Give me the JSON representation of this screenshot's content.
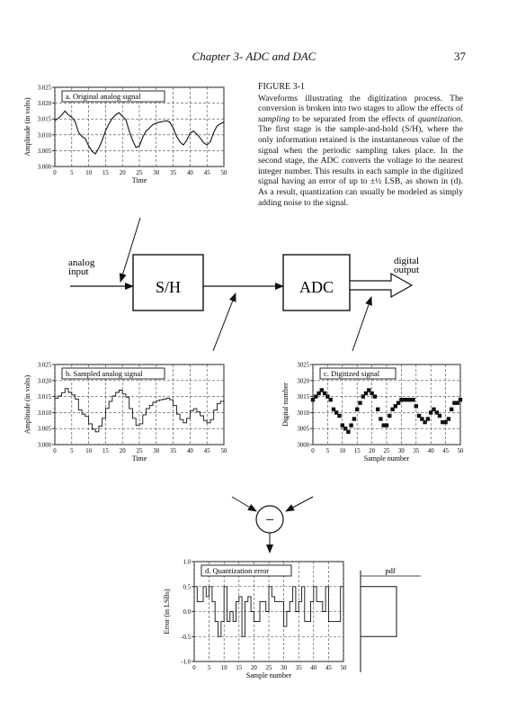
{
  "header": {
    "chapter_title": "Chapter 3- ADC and DAC",
    "page_number": "37"
  },
  "caption": {
    "title": "FIGURE 3-1",
    "pieces": [
      {
        "t": "Waveforms illustrating the digitization process. The conversion is broken into two stages to allow the effects of ",
        "i": false
      },
      {
        "t": "sampling",
        "i": true
      },
      {
        "t": " to be separated from the effects of ",
        "i": false
      },
      {
        "t": "quantization",
        "i": true
      },
      {
        "t": ". The first stage is the sample-and-hold (S/H), where the only information retained is the instantaneous value of the signal when the periodic sampling takes place. In the second stage, the ADC converts the voltage to the nearest integer number. This results in each sample in the digitized signal having an error of up to ±½ LSB, as shown in (d). As a result, quantization can usually be modeled as simply adding noise to the signal.",
        "i": false
      }
    ]
  },
  "block_diagram": {
    "input_label": [
      "analog",
      "input"
    ],
    "sh_label": "S/H",
    "adc_label": "ADC",
    "output_label": [
      "digital",
      "output"
    ],
    "subtract_symbol": "−"
  },
  "chart_data": [
    {
      "id": "a",
      "type": "line",
      "title": "a. Original analog signal",
      "xlabel": "Time",
      "ylabel": "Amplitude (in volts)",
      "xlim": [
        0,
        50
      ],
      "ylim": [
        3.0,
        3.025
      ],
      "xticks": [
        "0",
        "5",
        "10",
        "15",
        "20",
        "25",
        "30",
        "35",
        "40",
        "45",
        "50"
      ],
      "yticks": [
        "3.000",
        "3.005",
        "3.010",
        "3.015",
        "3.020",
        "3.025"
      ],
      "x": [
        0,
        1,
        2,
        3,
        4,
        5,
        6,
        7,
        8,
        9,
        10,
        11,
        12,
        13,
        14,
        15,
        16,
        17,
        18,
        19,
        20,
        21,
        22,
        23,
        24,
        25,
        26,
        27,
        28,
        29,
        30,
        31,
        32,
        33,
        34,
        35,
        36,
        37,
        38,
        39,
        40,
        41,
        42,
        43,
        44,
        45,
        46,
        47,
        48,
        49,
        50
      ],
      "y": [
        3.0145,
        3.0152,
        3.0162,
        3.0175,
        3.0163,
        3.0155,
        3.0142,
        3.0108,
        3.0095,
        3.0088,
        3.0065,
        3.0048,
        3.004,
        3.0058,
        3.0082,
        3.0113,
        3.0135,
        3.0152,
        3.0163,
        3.017,
        3.0158,
        3.0148,
        3.0112,
        3.0082,
        3.006,
        3.0065,
        3.0093,
        3.0112,
        3.0122,
        3.0132,
        3.0137,
        3.014,
        3.0142,
        3.0145,
        3.014,
        3.0122,
        3.0095,
        3.0078,
        3.0068,
        3.0082,
        3.0105,
        3.0112,
        3.0102,
        3.009,
        3.0075,
        3.0068,
        3.0078,
        3.0108,
        3.0128,
        3.0135,
        3.014
      ]
    },
    {
      "id": "b",
      "type": "line",
      "title": "b. Sampled analog signal",
      "xlabel": "Time",
      "ylabel": "Amplitude (in volts)",
      "xlim": [
        0,
        50
      ],
      "ylim": [
        3.0,
        3.025
      ],
      "xticks": [
        "0",
        "5",
        "10",
        "15",
        "20",
        "25",
        "30",
        "35",
        "40",
        "45",
        "50"
      ],
      "yticks": [
        "3.000",
        "3.005",
        "3.010",
        "3.015",
        "3.020",
        "3.025"
      ],
      "x": [
        0,
        1,
        2,
        3,
        4,
        5,
        6,
        7,
        8,
        9,
        10,
        11,
        12,
        13,
        14,
        15,
        16,
        17,
        18,
        19,
        20,
        21,
        22,
        23,
        24,
        25,
        26,
        27,
        28,
        29,
        30,
        31,
        32,
        33,
        34,
        35,
        36,
        37,
        38,
        39,
        40,
        41,
        42,
        43,
        44,
        45,
        46,
        47,
        48,
        49,
        50
      ],
      "y": [
        3.0145,
        3.0152,
        3.0162,
        3.0175,
        3.0163,
        3.0155,
        3.0142,
        3.0108,
        3.0095,
        3.0088,
        3.0065,
        3.0048,
        3.004,
        3.0058,
        3.0082,
        3.0113,
        3.0135,
        3.0152,
        3.0163,
        3.017,
        3.0158,
        3.0148,
        3.0112,
        3.0082,
        3.006,
        3.0065,
        3.0093,
        3.0112,
        3.0122,
        3.0132,
        3.0137,
        3.014,
        3.0142,
        3.0145,
        3.014,
        3.0122,
        3.0095,
        3.0078,
        3.0068,
        3.0082,
        3.0105,
        3.0112,
        3.0102,
        3.009,
        3.0075,
        3.0068,
        3.0078,
        3.0108,
        3.0128,
        3.0135,
        3.014
      ]
    },
    {
      "id": "c",
      "type": "scatter",
      "title": "c. Digitized signal",
      "xlabel": "Sample number",
      "ylabel": "Digital number",
      "xlim": [
        0,
        50
      ],
      "ylim": [
        3000,
        3025
      ],
      "xticks": [
        "0",
        "5",
        "10",
        "15",
        "20",
        "25",
        "30",
        "35",
        "40",
        "45",
        "50"
      ],
      "yticks": [
        "3000",
        "3005",
        "3010",
        "3015",
        "3020",
        "3025"
      ],
      "x": [
        0,
        1,
        2,
        3,
        4,
        5,
        6,
        7,
        8,
        9,
        10,
        11,
        12,
        13,
        14,
        15,
        16,
        17,
        18,
        19,
        20,
        21,
        22,
        23,
        24,
        25,
        26,
        27,
        28,
        29,
        30,
        31,
        32,
        33,
        34,
        35,
        36,
        37,
        38,
        39,
        40,
        41,
        42,
        43,
        44,
        45,
        46,
        47,
        48,
        49,
        50
      ],
      "y": [
        3014,
        3015,
        3016,
        3017,
        3016,
        3015,
        3014,
        3011,
        3010,
        3009,
        3006,
        3005,
        3004,
        3006,
        3008,
        3011,
        3013,
        3015,
        3016,
        3017,
        3016,
        3015,
        3011,
        3008,
        3006,
        3006,
        3009,
        3011,
        3012,
        3013,
        3014,
        3014,
        3014,
        3014,
        3014,
        3012,
        3009,
        3008,
        3007,
        3008,
        3010,
        3011,
        3010,
        3009,
        3007,
        3007,
        3008,
        3011,
        3013,
        3013,
        3014
      ]
    },
    {
      "id": "d",
      "type": "line",
      "title": "d. Quantization error",
      "xlabel": "Sample number",
      "ylabel": "Error (in LSBs)",
      "xlim": [
        0,
        50
      ],
      "ylim": [
        -1.0,
        1.0
      ],
      "xticks": [
        "0",
        "5",
        "10",
        "15",
        "20",
        "25",
        "30",
        "35",
        "40",
        "45",
        "50"
      ],
      "yticks": [
        "-1.0",
        "-0.5",
        "0.0",
        "0.5",
        "1.0"
      ],
      "x": [
        0,
        1,
        2,
        3,
        4,
        5,
        6,
        7,
        8,
        9,
        10,
        11,
        12,
        13,
        14,
        15,
        16,
        17,
        18,
        19,
        20,
        21,
        22,
        23,
        24,
        25,
        26,
        27,
        28,
        29,
        30,
        31,
        32,
        33,
        34,
        35,
        36,
        37,
        38,
        39,
        40,
        41,
        42,
        43,
        44,
        45,
        46,
        47,
        48,
        49,
        50
      ],
      "y": [
        0.5,
        0.2,
        0.2,
        0.5,
        0.3,
        0.5,
        0.2,
        -0.2,
        -0.5,
        -0.2,
        0.5,
        -0.2,
        0.0,
        -0.2,
        0.2,
        0.3,
        -0.5,
        0.2,
        0.3,
        0.0,
        -0.2,
        -0.2,
        0.2,
        0.2,
        0.0,
        0.5,
        0.3,
        0.2,
        0.2,
        0.2,
        -0.3,
        0.0,
        0.2,
        0.5,
        0.0,
        0.2,
        0.5,
        -0.2,
        -0.2,
        0.2,
        0.5,
        0.2,
        0.2,
        0.0,
        0.5,
        -0.2,
        -0.2,
        -0.2,
        -0.2,
        0.5,
        0.0
      ]
    },
    {
      "id": "pdf",
      "type": "bar",
      "title": "pdf",
      "range": [
        -0.5,
        0.5
      ]
    }
  ]
}
